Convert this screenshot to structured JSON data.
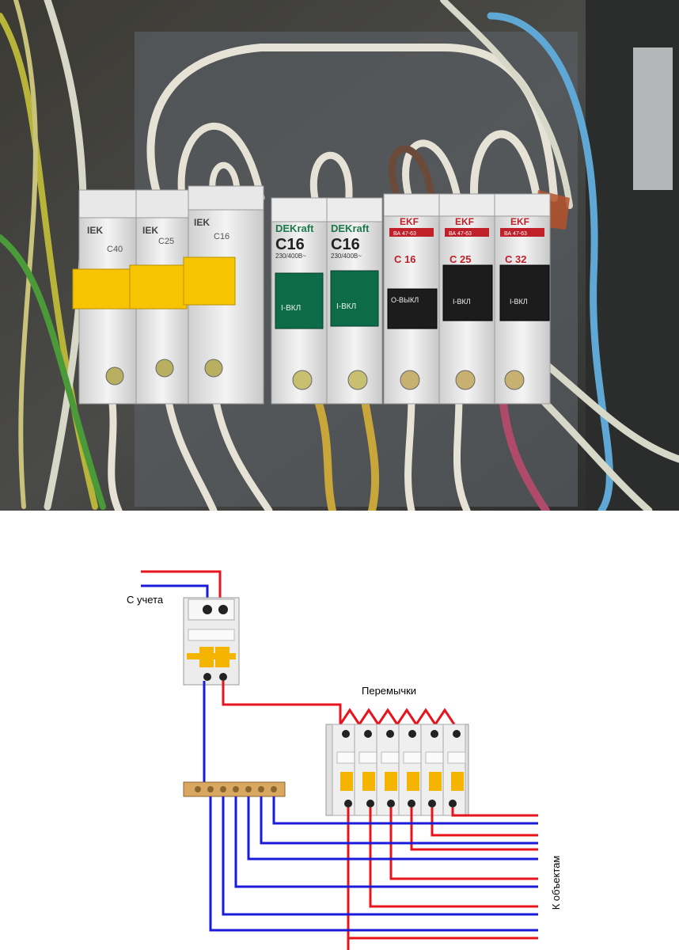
{
  "photo": {
    "breakers": [
      {
        "brand": "IEK",
        "rating": "C40",
        "lever": "yellow"
      },
      {
        "brand": "IEK",
        "rating": "C25",
        "lever": "yellow"
      },
      {
        "brand": "IEK",
        "rating": "C16",
        "lever": "yellow"
      },
      {
        "brand": "DEKraft",
        "rating": "C16",
        "spec": "230/400В~",
        "lever_label": "I-ВКЛ",
        "lever": "green"
      },
      {
        "brand": "DEKraft",
        "rating": "C16",
        "spec": "230/400В~",
        "lever_label": "I-ВКЛ",
        "lever": "green"
      },
      {
        "brand": "EKF",
        "model": "ВА 47-63",
        "rating": "C 16",
        "lever_label": "O-ВЫКЛ",
        "lever": "black"
      },
      {
        "brand": "EKF",
        "model": "ВА 47-63",
        "rating": "C 25",
        "lever_label": "I-ВКЛ",
        "lever": "black"
      },
      {
        "brand": "EKF",
        "model": "ВА 47-63",
        "rating": "C 32",
        "lever_label": "I-ВКЛ",
        "lever": "black"
      }
    ]
  },
  "diagram": {
    "labels": {
      "from_meter": "С учета",
      "jumpers": "Перемычки",
      "to_objects": "К объектам"
    },
    "colors": {
      "phase": "#e8141c",
      "neutral": "#1a1ad8",
      "breaker_body": "#e9e9e9",
      "lever": "#f5b400",
      "busbar": "#d9a760"
    }
  }
}
